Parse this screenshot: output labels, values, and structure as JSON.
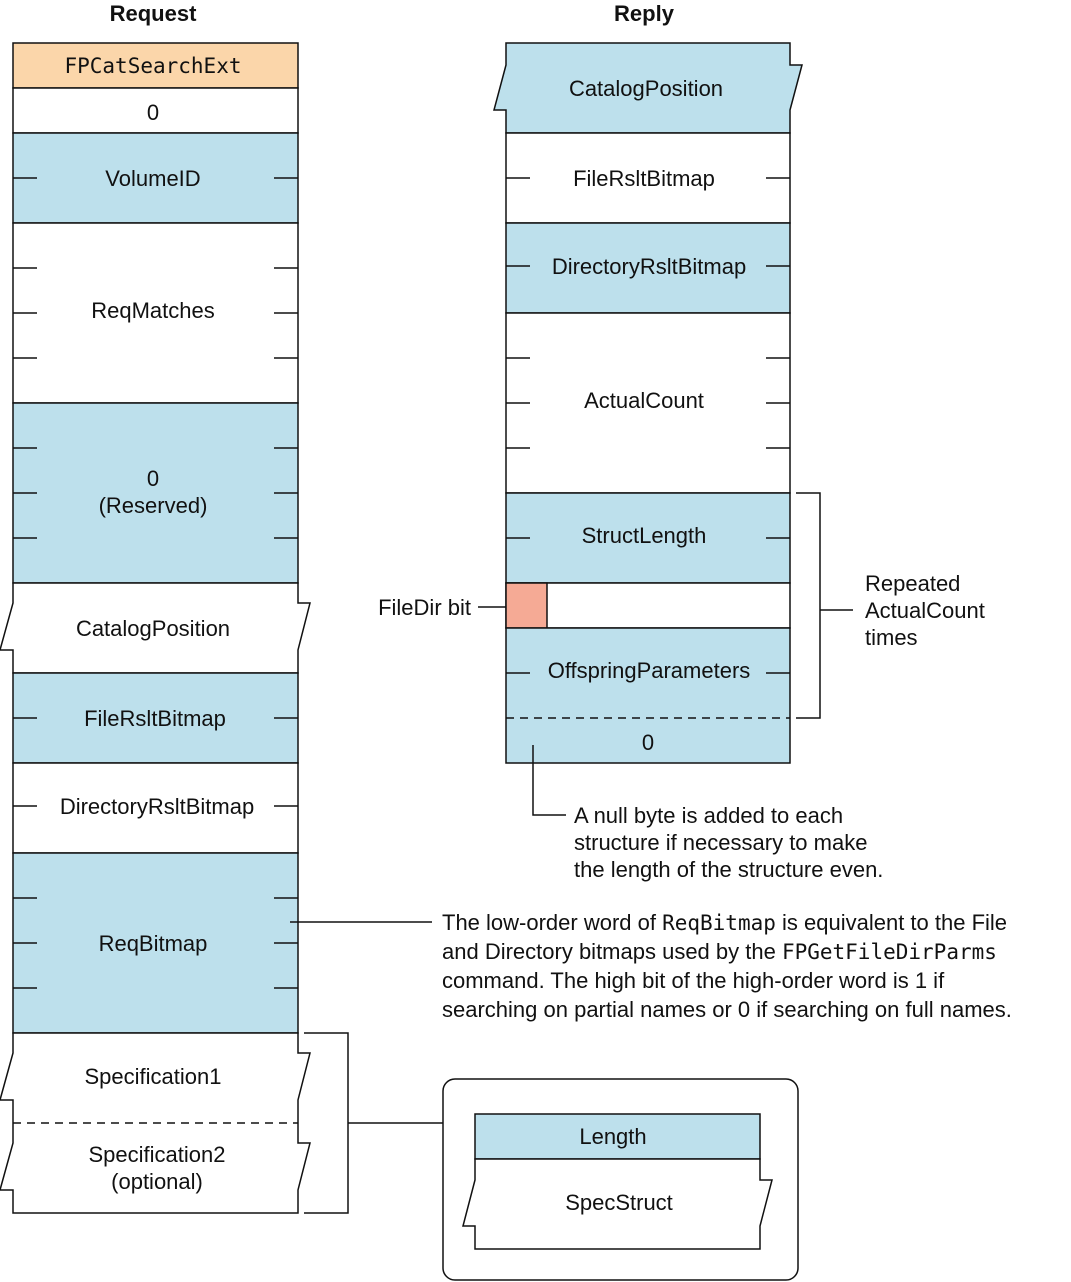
{
  "colors": {
    "blue": "#bde0ec",
    "orange": "#fbd6aa",
    "salmon": "#f5aa95",
    "white": "#ffffff",
    "stroke": "#111111"
  },
  "request": {
    "header": "Request",
    "command": "FPCatSearchExt",
    "pad": "0",
    "volume_id": "VolumeID",
    "req_matches": "ReqMatches",
    "reserved_0": "0",
    "reserved_label": "(Reserved)",
    "catalog_position": "CatalogPosition",
    "file_rslt_bitmap": "FileRsltBitmap",
    "directory_rslt_bitmap": "DirectoryRsltBitmap",
    "req_bitmap": "ReqBitmap",
    "specification1": "Specification1",
    "specification2": "Specification2",
    "specification2_note": "(optional)"
  },
  "reply": {
    "header": "Reply",
    "catalog_position": "CatalogPosition",
    "file_rslt_bitmap": "FileRsltBitmap",
    "directory_rslt_bitmap": "DirectoryRsltBitmap",
    "actual_count": "ActualCount",
    "struct_length": "StructLength",
    "offspring_parameters": "OffspringParameters",
    "pad": "0",
    "filedir_bit_label": "FileDir bit"
  },
  "annotations": {
    "repeated": [
      "Repeated",
      "ActualCount",
      "times"
    ],
    "null_byte": [
      "A null byte is added to each",
      "structure if necessary to make",
      "the length of the structure even."
    ],
    "reqbitmap": {
      "l1_a": "The low-order word of ",
      "l1_code": "ReqBitmap",
      "l1_b": " is equivalent to the File",
      "l2_a": "and Directory bitmaps used by the ",
      "l2_code": "FPGetFileDirParms",
      "l3": "command.  The high bit of the high-order word is 1 if",
      "l4": "searching on partial names or 0 if searching on full names."
    }
  },
  "spec_struct": {
    "length": "Length",
    "spec_struct": "SpecStruct"
  }
}
